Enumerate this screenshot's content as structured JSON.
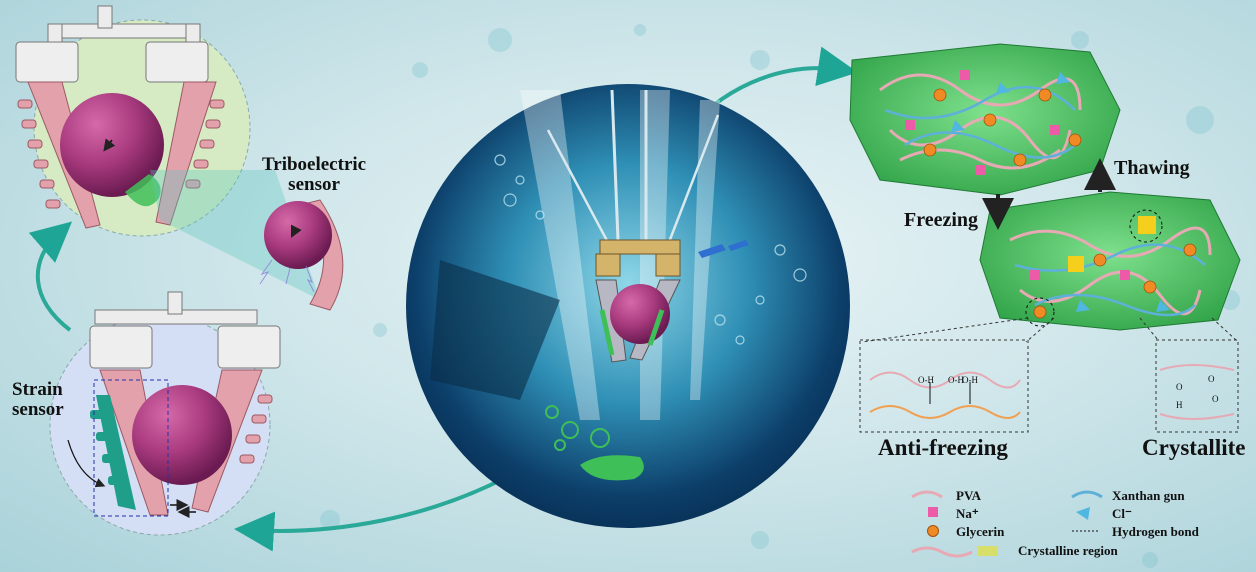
{
  "labels": {
    "triboelectric": "Triboelectric\nsensor",
    "triboelectric_line1": "Triboelectric",
    "triboelectric_line2": "sensor",
    "strain_line1": "Strain",
    "strain_line2": "sensor",
    "thawing": "Thawing",
    "freezing": "Freezing",
    "anti_freezing": "Anti-freezing",
    "crystallite": "Crystallite"
  },
  "molecule_labels": {
    "oh_left": "O-H",
    "oh_mid": "O-H",
    "oh_right": "O-H"
  },
  "legend": {
    "pva": "PVA",
    "xanthan": "Xanthan gun",
    "na": "Na⁺",
    "cl": "Cl⁻",
    "glycerin": "Glycerin",
    "hbond": "Hydrogen bond",
    "crystalline": "Crystalline region"
  },
  "colors": {
    "gel_green": "#3fbf58",
    "finger_pink": "#e3a2ab",
    "sphere_purple": "#9b2f73",
    "gripper_gray": "#e6e6e6",
    "arrow_teal": "#2aa898",
    "crystal_yellow": "#f5cf1c"
  }
}
